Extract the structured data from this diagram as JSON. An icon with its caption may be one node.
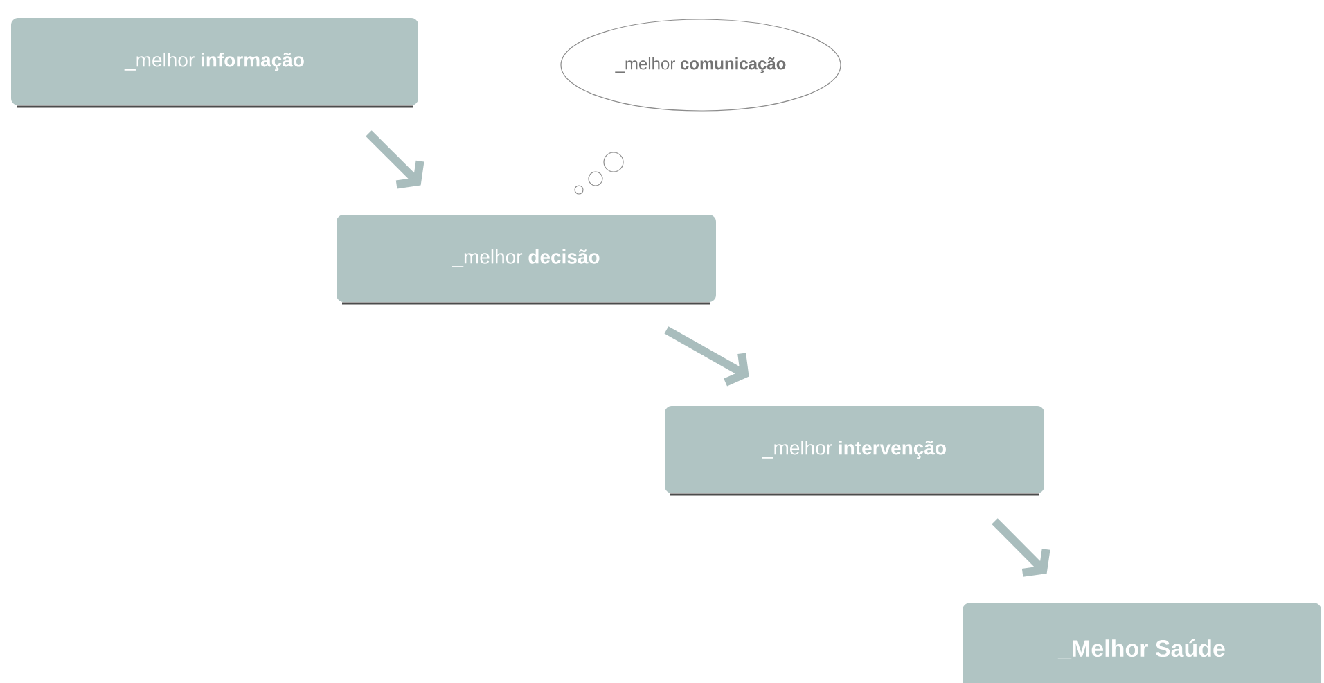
{
  "diagram": {
    "nodes": [
      {
        "text": [
          "_melhor **informação**"
        ]
      },
      {
        "text": [
          "_melhor **decisão**"
        ]
      },
      {
        "text": [
          "_melhor **intervenção**"
        ]
      },
      {
        "text": [
          "_Melhor Saúde"
        ]
      },
      {
        "text": [
          "_melhor **comunicação**"
        ]
      }
    ],
    "edges": [
      {
        "from": 0,
        "to": 1,
        "arrow": "to"
      },
      {
        "from": 1,
        "to": 2,
        "arrow": "to"
      },
      {
        "from": 2,
        "to": 3,
        "arrow": "to"
      }
    ]
  }
}
